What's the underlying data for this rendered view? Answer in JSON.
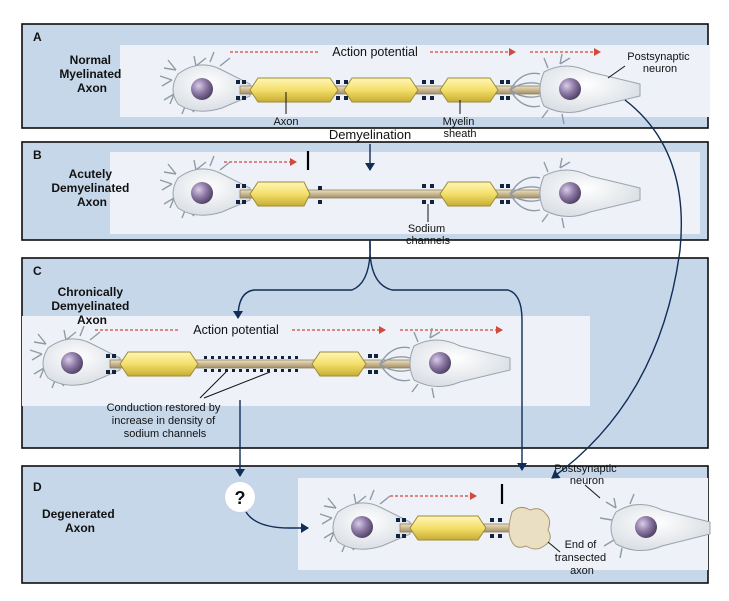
{
  "panels": {
    "a": {
      "letter": "A",
      "title_lines": [
        "Normal",
        "Myelinated",
        "Axon"
      ]
    },
    "b": {
      "letter": "B",
      "title_lines": [
        "Acutely",
        "Demyelinated",
        "Axon"
      ]
    },
    "c": {
      "letter": "C",
      "title_lines": [
        "Chronically",
        "Demyelinated",
        "Axon"
      ]
    },
    "d": {
      "letter": "D",
      "title_lines": [
        "Degenerated",
        "Axon"
      ]
    }
  },
  "labels": {
    "action_potential_a": "Action potential",
    "action_potential_c": "Action potential",
    "postsynaptic_a": [
      "Postsynaptic",
      "neuron"
    ],
    "postsynaptic_d": [
      "Postsynaptic",
      "neuron"
    ],
    "axon": "Axon",
    "myelin_sheath": [
      "Myelin",
      "sheath"
    ],
    "demyelination": "Demyelination",
    "sodium_channels": [
      "Sodium",
      "channels"
    ],
    "conduction_restored": [
      "Conduction restored by",
      "increase in density of",
      "sodium channels"
    ],
    "question": "?",
    "end_transected": [
      "End of",
      "transected",
      "axon"
    ]
  },
  "colors": {
    "panel_background": "#c6d7ea",
    "strip_background": "#eef2f8",
    "myelin": "#f4e17a",
    "action_potential_arrow": "#d24a3a",
    "flow_arrow": "#0f2d55",
    "sodium_channel": "#10243f"
  }
}
